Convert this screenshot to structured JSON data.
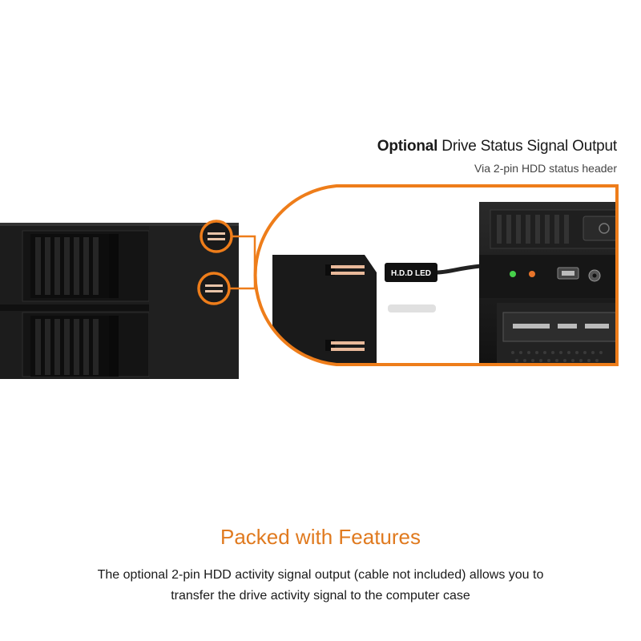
{
  "heading": {
    "title_bold": "Optional",
    "title_rest": "Drive Status Signal Output",
    "subtitle": "Via 2-pin HDD status header"
  },
  "illustration": {
    "connector_label": "H.D.D LED",
    "accent_color": "#ee7d1a",
    "icons": [
      "drive-bay-icon",
      "pin-header-icon",
      "connector-icon",
      "computer-case-icon"
    ]
  },
  "footer": {
    "title": "Packed with Features",
    "body_line1": "The optional 2-pin HDD activity signal output (cable not included) allows you to",
    "body_line2": "transfer the drive activity signal to the computer case"
  }
}
